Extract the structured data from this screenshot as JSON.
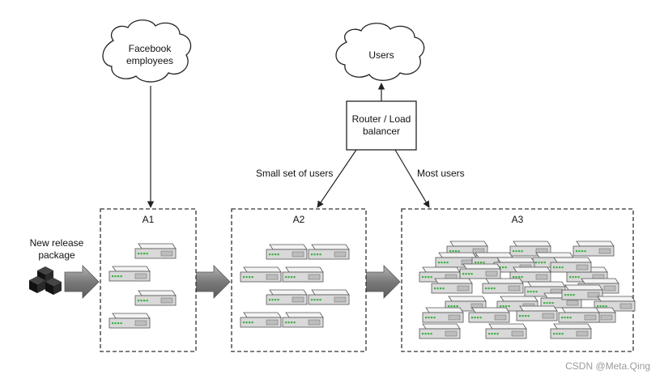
{
  "clouds": {
    "facebook": {
      "line1": "Facebook",
      "line2": "employees"
    },
    "users": {
      "label": "Users"
    }
  },
  "router": {
    "line1": "Router / Load",
    "line2": "balancer"
  },
  "edges": {
    "small_set": "Small set of users",
    "most_users": "Most users"
  },
  "package": {
    "line1": "New release",
    "line2": "package"
  },
  "stages": [
    {
      "label": "A1"
    },
    {
      "label": "A2"
    },
    {
      "label": "A3"
    }
  ],
  "watermark": "CSDN @Meta.Qing",
  "colors": {
    "server_body": "#dcdcdc",
    "server_top": "#f2f2f2",
    "server_led": "#3cb043",
    "arrow_fill": "#8a8a8a",
    "box_border": "#333333"
  }
}
